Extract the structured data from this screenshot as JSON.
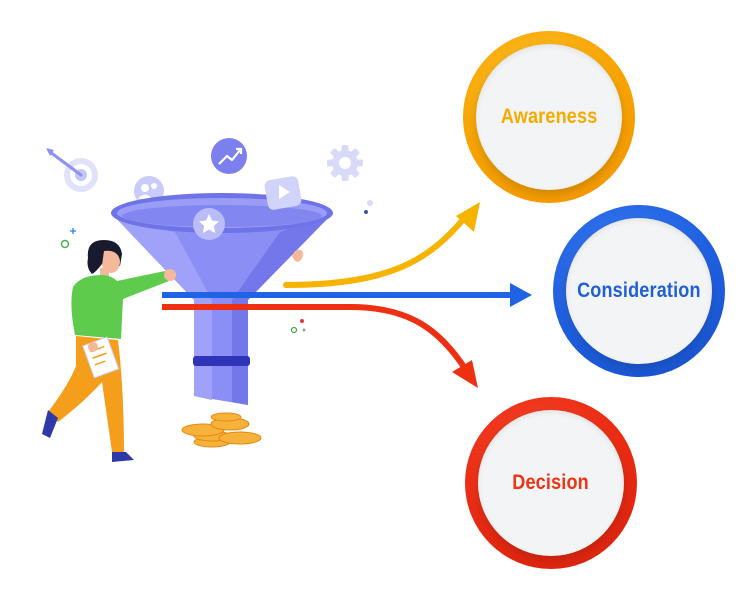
{
  "stages": [
    {
      "label": "Awareness",
      "color": "#f6a600",
      "text_color": "#f5ab00"
    },
    {
      "label": "Consideration",
      "color": "#1f64e6",
      "text_color": "#1f5fd8"
    },
    {
      "label": "Decision",
      "color": "#ee2f12",
      "text_color": "#ee3412"
    }
  ],
  "icons": [
    "target-arrow-icon",
    "users-icon",
    "growth-chart-icon",
    "star-icon",
    "play-icon",
    "gear-icon"
  ],
  "colors": {
    "funnel": "#8b8ef5",
    "funnel_rim": "#5c5fe0",
    "person_shirt": "#5ecb4c",
    "person_pants": "#f59e1c",
    "coins": "#f6b23a"
  }
}
